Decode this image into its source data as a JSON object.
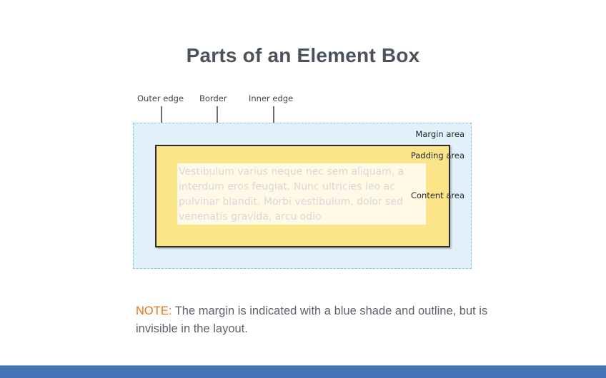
{
  "slide": {
    "title": "Parts of an Element Box"
  },
  "callouts": [
    {
      "name": "outer-edge",
      "label": "Outer edge"
    },
    {
      "name": "border",
      "label": "Border"
    },
    {
      "name": "inner-edge",
      "label": "Inner edge"
    }
  ],
  "box_model": {
    "margin": {
      "label": "Margin area",
      "fill": "#e2f0fa",
      "stroke": "#7fc4e8",
      "stroke_style": "dashed"
    },
    "padding": {
      "label": "Padding area",
      "fill": "#fce488",
      "stroke": "#2b2b2b",
      "stroke_style": "solid"
    },
    "content": {
      "label": "Content area",
      "fill": "#ffffff",
      "text": "Vestibulum varius neque nec sem aliquam, a interdum eros feugiat. Nunc ultricies leo ac pulvinar blandit. Morbi vestibulum, dolor sed venenatis gravida, arcu odio"
    }
  },
  "note": {
    "tag": "NOTE:",
    "tag_color": "#e8751a",
    "body": " The margin is indicated with a blue shade and outline, but is invisible in the layout."
  },
  "footer": {
    "color": "#4474b6"
  }
}
